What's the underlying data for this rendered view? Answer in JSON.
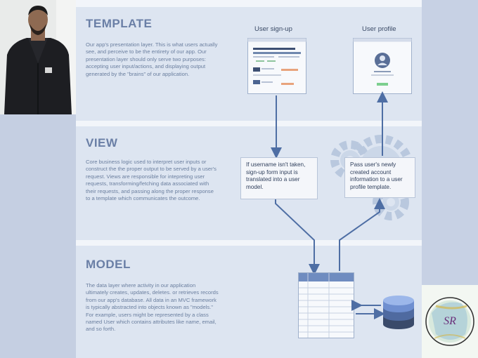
{
  "template": {
    "title": "TEMPLATE",
    "body": "Our app's presentation layer. This is what users actually see, and perceive to be the entirety of our app. Our presentation layer should only serve two purposes: accepting user input/actions, and displaying output generated by the \"brains\" of our application."
  },
  "view": {
    "title": "VIEW",
    "body": "Core business logic used to interpret user inputs or construct the the proper output to be served by a user's request. Views are responsible for intepreting user requests, transforming/fetching data associated with their requests, and passing along the proper response to a template which communicates the outcome."
  },
  "model": {
    "title": "MODEL",
    "body": "The data layer where activity in our application ultimately creates, updates, deletes. or retrieves records from our app's database. All data in an MVC framework is typically abstracted into objects known as \"models.\" For example, users might be represented by a class named User which contains attributes like name, email, and so forth."
  },
  "diagram": {
    "signup_label": "User sign-up",
    "profile_label": "User profile",
    "box_left": "If username isn't taken, sign-up form input is translated into a user model.",
    "box_right": "Pass user's newly created account information to a user profile template."
  },
  "logo_text": "SR"
}
